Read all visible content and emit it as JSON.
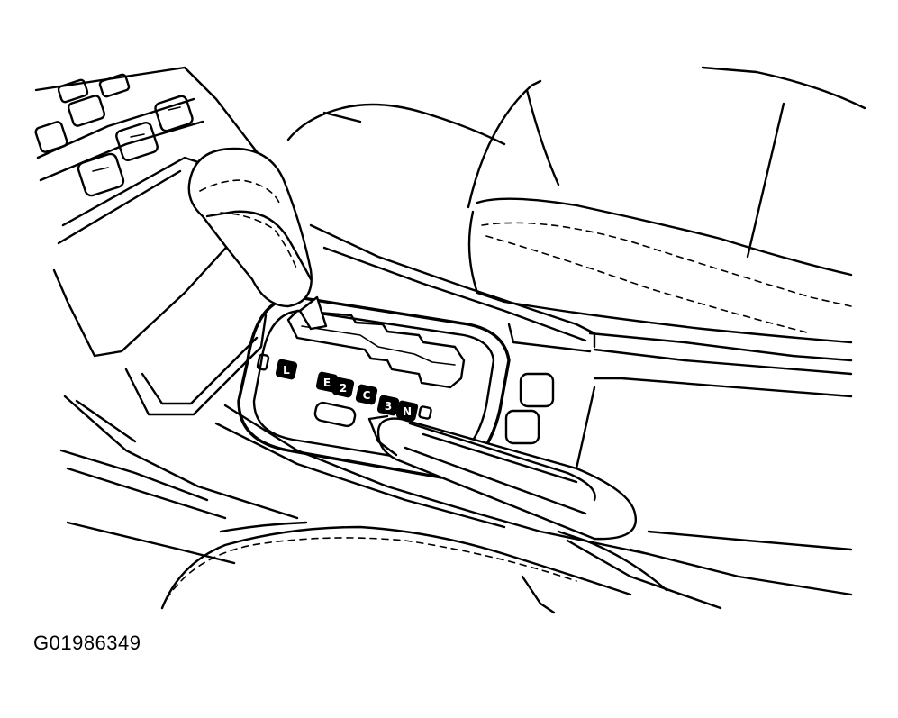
{
  "figure": {
    "id_label": "G01986349"
  },
  "gear_labels": [
    "L",
    "E",
    "2",
    "C",
    "3",
    "N"
  ]
}
